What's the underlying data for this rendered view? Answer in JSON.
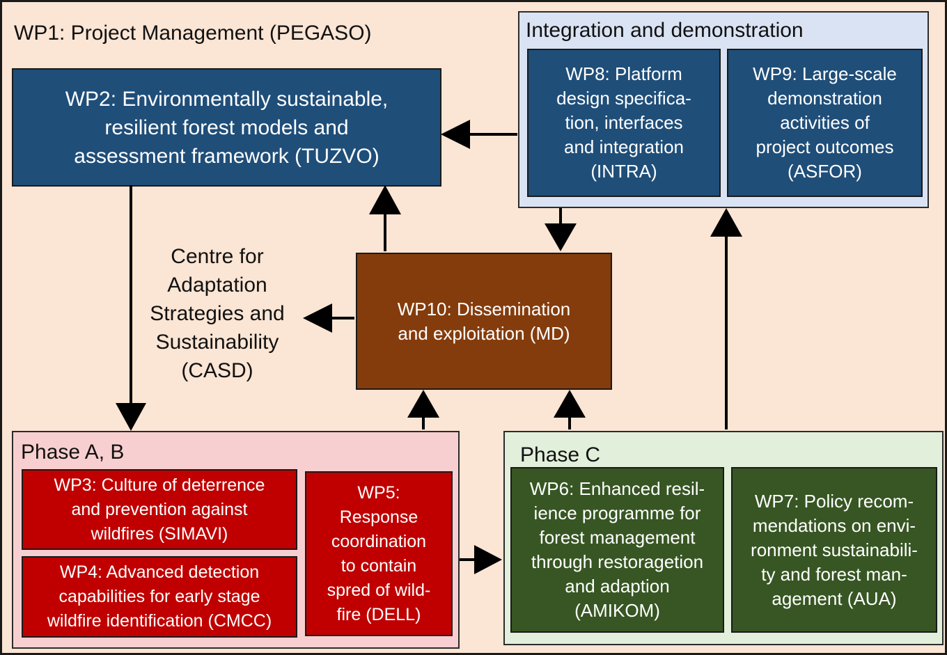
{
  "wp1": {
    "label": "WP1: Project Management (PEGASO)"
  },
  "integration": {
    "title": "Integration and demonstration",
    "wp8": "WP8: Platform\ndesign specifica-\ntion, interfaces\nand integration\n(INTRA)",
    "wp9": "WP9: Large-scale\ndemonstration\nactivities of\nproject outcomes\n(ASFOR)"
  },
  "wp2": {
    "label": "WP2: Environmentally sustainable,\nresilient forest models and\nassessment framework (TUZVO)"
  },
  "centre": {
    "label": "Centre for\nAdaptation\nStrategies and\nSustainability\n(CASD)"
  },
  "wp10": {
    "label": "WP10: Dissemination\nand exploitation (MD)"
  },
  "phase_ab": {
    "title": "Phase A, B",
    "wp3": "WP3: Culture of deterrence\nand prevention against\nwildfires (SIMAVI)",
    "wp4": "WP4: Advanced detection\ncapabilities for early stage\nwildfire identification (CMCC)",
    "wp5": "WP5:\nResponse\ncoordination\nto contain\nspred of wild-\nfire (DELL)"
  },
  "phase_c": {
    "title": "Phase C",
    "wp6": "WP6: Enhanced resil-\nience programme for\nforest management\nthrough restoragetion\nand adaption\n(AMIKOM)",
    "wp7": "WP7: Policy recom-\nmendations on envi-\nronment sustainabili-\nty and forest man-\nagement (AUA)"
  },
  "colors": {
    "background": "#fbe5d4",
    "integration_panel": "#dae3f3",
    "phase_ab_panel": "#f8cfd0",
    "phase_c_panel": "#e2efda",
    "wp_blue": "#1f4e79",
    "wp10_brown": "#843c0c",
    "wp_red": "#c00000",
    "wp_green": "#375623"
  }
}
